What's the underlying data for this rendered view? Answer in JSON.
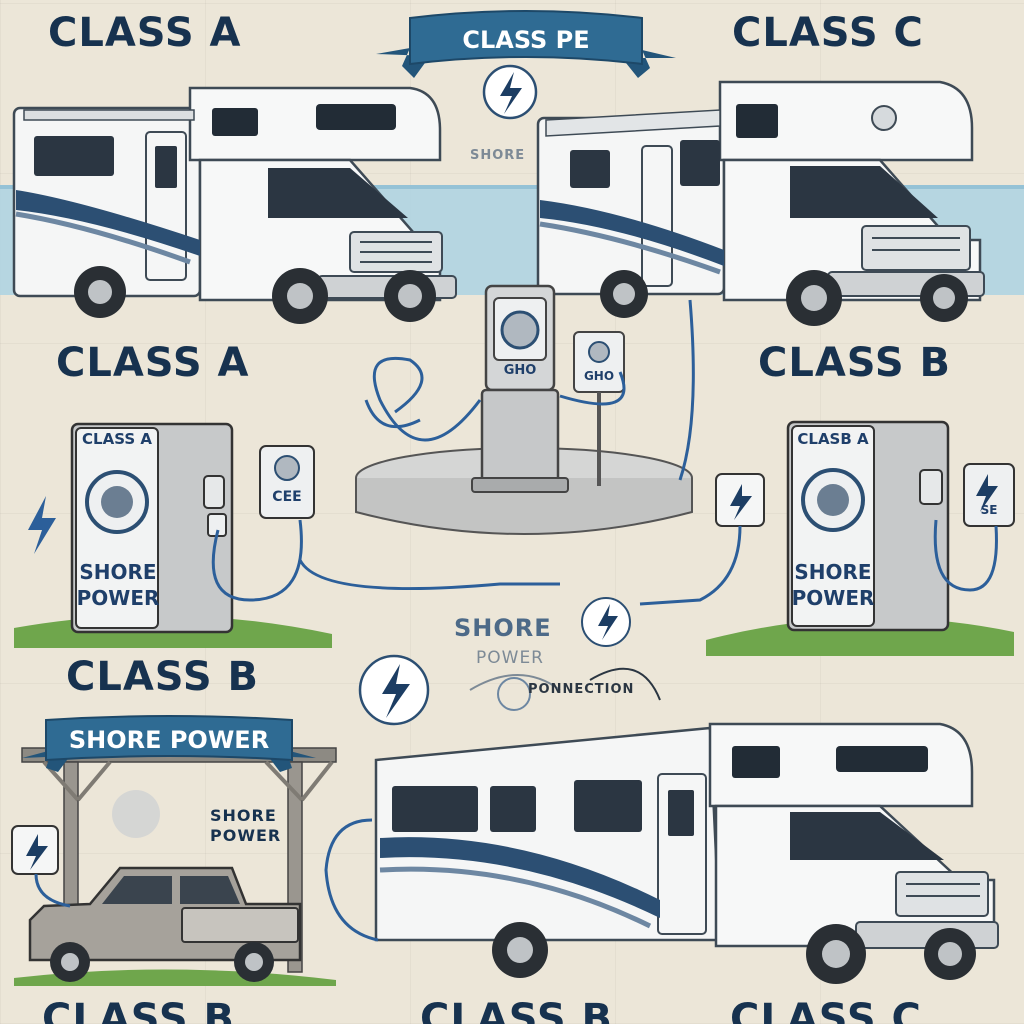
{
  "labels": {
    "top_left": "CLASS A",
    "top_right": "CLASS C",
    "mid_left": "CLASS A",
    "mid_right": "CLASS B",
    "low_left": "CLASS B",
    "bottom_left": "CLASS B",
    "bottom_center": "CLASS B",
    "bottom_right": "CLASS C"
  },
  "banners": {
    "top": "CLASS PE",
    "left": "SHORE POWER"
  },
  "captions": {
    "top_center": "SHORE",
    "left_panel_title": "CLASS A",
    "left_panel_line1": "SHORE",
    "left_panel_line2": "POWER",
    "right_panel_title": "CLASB A",
    "right_panel_line1": "SHORE",
    "right_panel_line2": "POWER",
    "center_line1": "SHORE",
    "center_line2": "POWER",
    "connection": "PONNECTION",
    "carport_line1": "SHORE",
    "carport_line2": "POWER",
    "pedestal_sign": "GHO",
    "left_outlet": "CEE",
    "side_outlet": "GHO",
    "right_outlet": "SE"
  },
  "colors": {
    "navy": "#17324f",
    "ribbon": "#2f6b93",
    "rv_body": "#f7f8f8",
    "rv_stripe": "#2c4f73",
    "grass": "#6fa64c",
    "metal": "#c7c9ca",
    "sea": "#a9d2e4"
  }
}
